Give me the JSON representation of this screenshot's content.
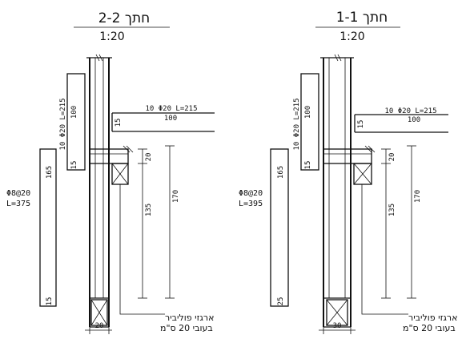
{
  "sections": [
    {
      "title": "חתך 2-2",
      "scale": "1:20",
      "bar_vertical_label": "10 Φ20 L=215",
      "bar_vertical_len": "100",
      "bar_vertical_base": "15",
      "bar_horizontal_label": "10 Φ20 L=215",
      "bar_horizontal_len": "100",
      "bar_horizontal_side": "15",
      "main_bar_label_1": "Φ8@20",
      "main_bar_label_2": "L=375",
      "main_bar_top": "165",
      "main_bar_bottom": "15",
      "dim_top": "20",
      "dim_mid": "135",
      "dim_total": "170",
      "note_1": "ארגזי פוליביר",
      "note_2": "בעובי 20 ס\"מ",
      "width_dim": "20"
    },
    {
      "title": "חתך 1-1",
      "scale": "1:20",
      "bar_vertical_label": "10 Φ20 L=215",
      "bar_vertical_len": "100",
      "bar_vertical_base": "15",
      "bar_horizontal_label": "10 Φ20 L=215",
      "bar_horizontal_len": "100",
      "bar_horizontal_side": "15",
      "main_bar_label_1": "Φ8@20",
      "main_bar_label_2": "L=395",
      "main_bar_top": "165",
      "main_bar_bottom": "25",
      "dim_top": "20",
      "dim_mid": "135",
      "dim_total": "170",
      "note_1": "ארגזי פוליביר",
      "note_2": "בעובי 20 ס\"מ",
      "width_dim": "30"
    }
  ]
}
